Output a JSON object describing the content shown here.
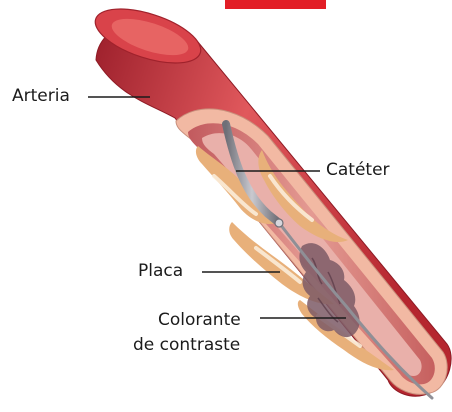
{
  "labels": {
    "artery": "Arteria",
    "catheter": "Catéter",
    "plaque": "Placa",
    "dye_line1": "Colorante",
    "dye_line2": "de contraste"
  },
  "colors": {
    "artery_outer": "#c8303a",
    "artery_cut_face": "#f2b9a3",
    "artery_interior": "#d4797a",
    "lumen": "#e9b0aa",
    "plaque": "#e8b07a",
    "plaque_highlight": "#fbecd8",
    "catheter": "#8f8f96",
    "contrast_dye": "#7d5a66",
    "top_bar": "#e21e26",
    "leader_lines": "#1b1b1b"
  }
}
